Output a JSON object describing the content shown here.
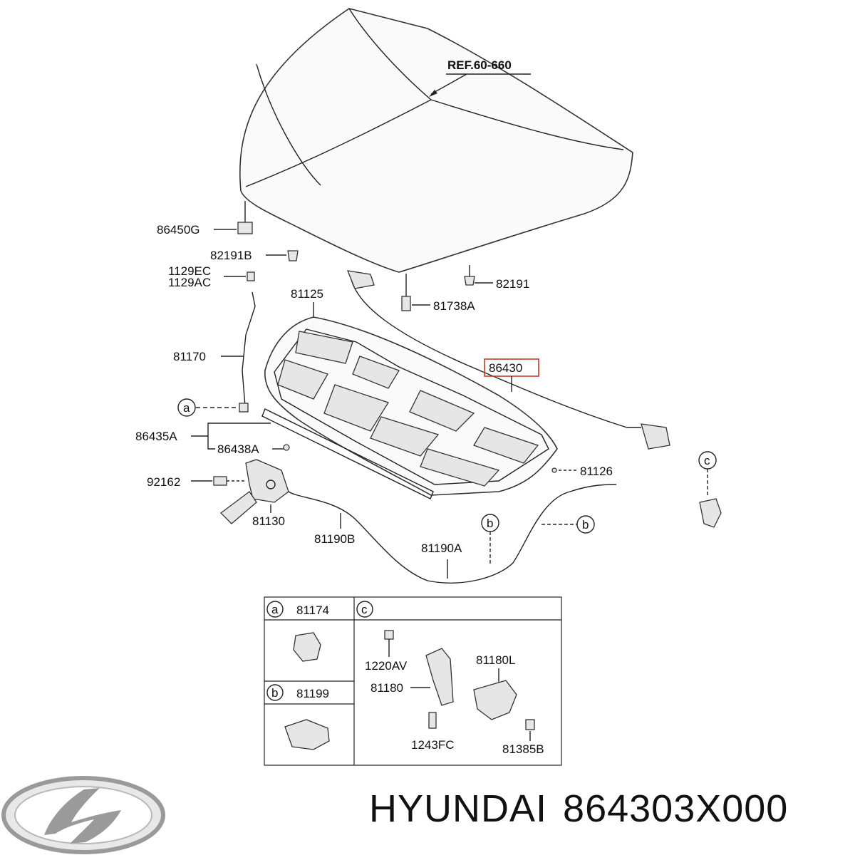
{
  "labels": {
    "ref": "REF.60-660",
    "p86450G": "86450G",
    "p82191B": "82191B",
    "p1129EC": "1129EC",
    "p1129AC": "1129AC",
    "p81125": "81125",
    "p82191": "82191",
    "p81738A": "81738A",
    "p81170": "81170",
    "p86430": "86430",
    "p86435A": "86435A",
    "p86438A": "86438A",
    "p81126": "81126",
    "p92162": "92162",
    "p81130": "81130",
    "p81190B": "81190B",
    "p81190A": "81190A",
    "callout_a": "a",
    "callout_b": "b",
    "callout_c": "c"
  },
  "table": {
    "a_key": "a",
    "a_part": "81174",
    "b_key": "b",
    "b_part": "81199",
    "c_key": "c",
    "c_1220AV": "1220AV",
    "c_81180L": "81180L",
    "c_81180": "81180",
    "c_1243FC": "1243FC",
    "c_81385B": "81385B"
  },
  "footer": {
    "brand": "HYUNDAI",
    "part_number": "864303X000"
  },
  "colors": {
    "highlight": "#c0392b",
    "line": "#222222"
  }
}
